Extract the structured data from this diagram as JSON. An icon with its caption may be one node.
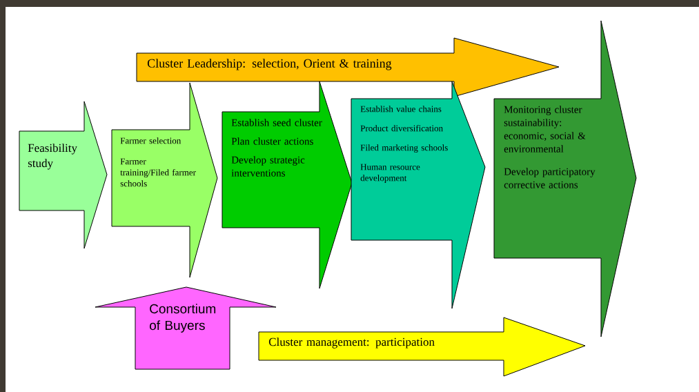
{
  "diagram": {
    "nodes": [
      {
        "text": [
          "Cluster Leadership: selection, Orient & training"
        ]
      },
      {
        "text": [
          "Feasibility study"
        ]
      },
      {
        "text": [
          "Farmer selection",
          "Farmer training/Filed farmer schools"
        ]
      },
      {
        "text": [
          "Establish seed cluster",
          "Plan cluster actions",
          "Develop strategic interventions"
        ]
      },
      {
        "text": [
          "Establish value chains",
          "Product diversification",
          "Filed marketing schools",
          "Human resource development"
        ]
      },
      {
        "text": [
          "Monitoring cluster sustainability: economic, social & environmental",
          "Develop participatory corrective actions"
        ]
      },
      {
        "text": [
          "Consortium of Buyers"
        ]
      },
      {
        "text": [
          "Cluster management: participation"
        ]
      }
    ]
  }
}
